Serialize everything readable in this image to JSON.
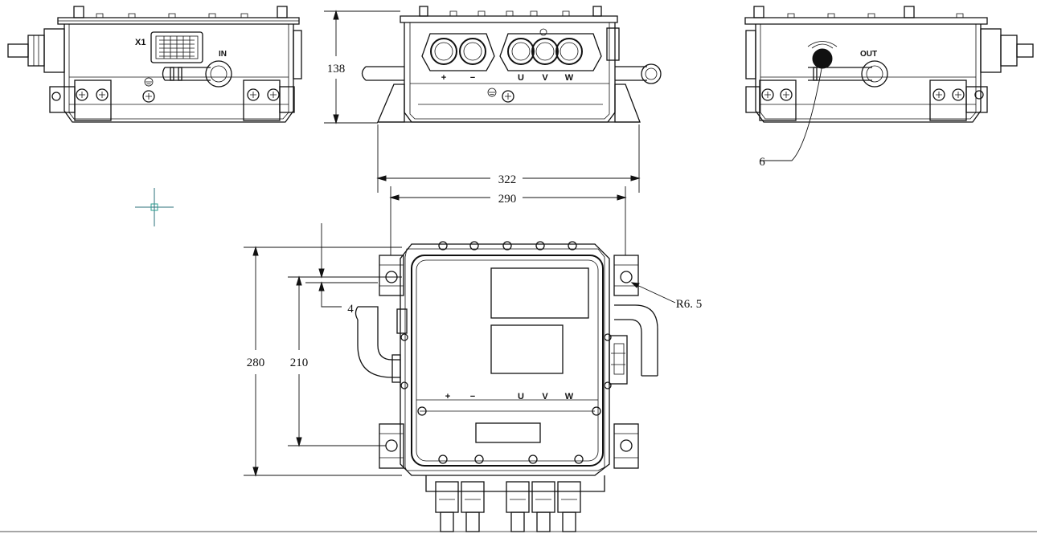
{
  "labels": {
    "x1": "X1",
    "in": "IN",
    "out": "OUT",
    "plus": "+",
    "minus": "−",
    "u": "U",
    "v": "V",
    "w": "W"
  },
  "dimensions": {
    "height": "138",
    "overall_width": "322",
    "mount_width": "290",
    "overall_length": "280",
    "mount_length": "210",
    "offset": "4",
    "hole_radius": "R6. 5",
    "callout": "6"
  },
  "colors": {
    "line": "#111111",
    "marker": "#2a9d8f"
  }
}
